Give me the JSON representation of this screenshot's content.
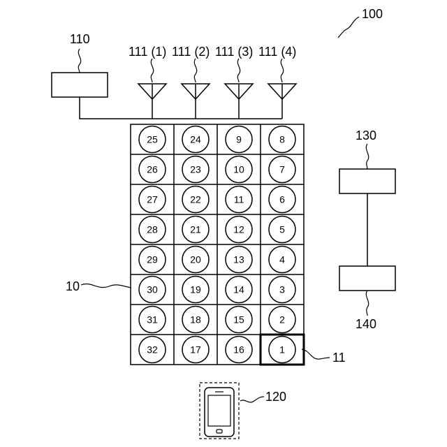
{
  "labels": {
    "system": "100",
    "controller": "110",
    "antennas": [
      "111 (1)",
      "111 (2)",
      "111 (3)",
      "111 (4)"
    ],
    "terminal": "120",
    "box_upper": "130",
    "box_lower": "140",
    "grid": "10",
    "cell": "11"
  },
  "grid_numbers": [
    [
      "25",
      "24",
      "9",
      "8"
    ],
    [
      "26",
      "23",
      "10",
      "7"
    ],
    [
      "27",
      "22",
      "11",
      "6"
    ],
    [
      "28",
      "21",
      "12",
      "5"
    ],
    [
      "29",
      "20",
      "13",
      "4"
    ],
    [
      "30",
      "19",
      "14",
      "3"
    ],
    [
      "31",
      "18",
      "15",
      "2"
    ],
    [
      "32",
      "17",
      "16",
      "1"
    ]
  ]
}
